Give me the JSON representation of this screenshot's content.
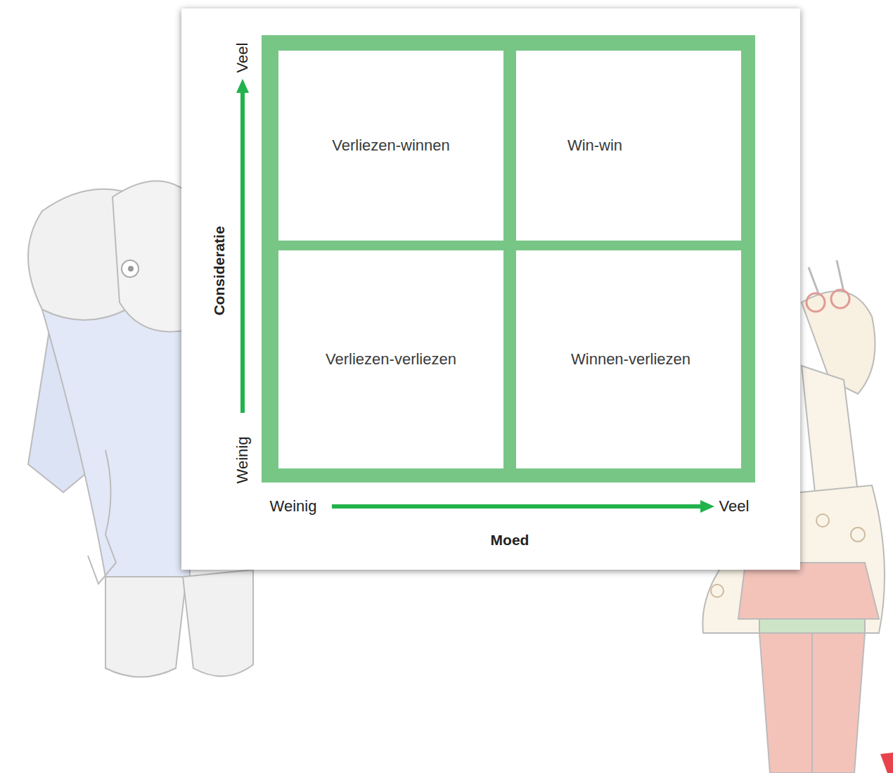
{
  "diagram": {
    "nodes": [
      {
        "text": [
          "Verliezen-winnen"
        ]
      },
      {
        "text": [
          "Win-win"
        ]
      },
      {
        "text": [
          "Verliezen-verliezen"
        ]
      },
      {
        "text": [
          "Winnen-verliezen"
        ]
      }
    ],
    "labels": [
      "Veel",
      "Consideratie",
      "Weinig",
      "Weinig",
      "Veel",
      "Moed"
    ]
  }
}
